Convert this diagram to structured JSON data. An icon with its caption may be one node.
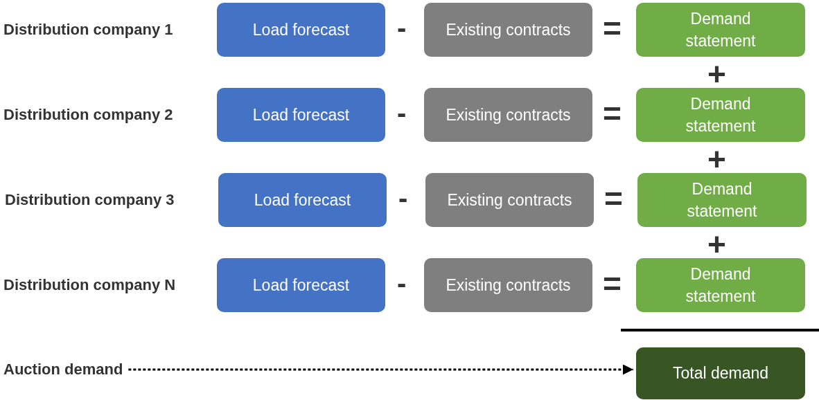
{
  "diagram": {
    "nodes": [
      {
        "text": [
          "Load forecast"
        ]
      },
      {
        "text": [
          "Existing contracts"
        ]
      },
      {
        "text": [
          "Demand statement"
        ]
      },
      {
        "text": [
          "Load forecast"
        ]
      },
      {
        "text": [
          "Existing contracts"
        ]
      },
      {
        "text": [
          "Demand statement"
        ]
      },
      {
        "text": [
          "Load forecast"
        ]
      },
      {
        "text": [
          "Existing contracts"
        ]
      },
      {
        "text": [
          "Demand statement"
        ]
      },
      {
        "text": [
          "Load forecast"
        ]
      },
      {
        "text": [
          "Existing contracts"
        ]
      },
      {
        "text": [
          "Demand statement"
        ]
      },
      {
        "text": [
          "Auction demand"
        ]
      },
      {
        "text": [
          "Total demand"
        ]
      }
    ],
    "edges": [
      {
        "from": 12,
        "to": 13,
        "arrow": "to",
        "style": "dashed"
      }
    ],
    "labels": [
      "Distribution company 1",
      "-",
      "=",
      "+",
      "Distribution company 2",
      "-",
      "=",
      "+",
      "Distribution company 3",
      "-",
      "=",
      "+",
      "Distribution company N",
      "-",
      "="
    ]
  }
}
